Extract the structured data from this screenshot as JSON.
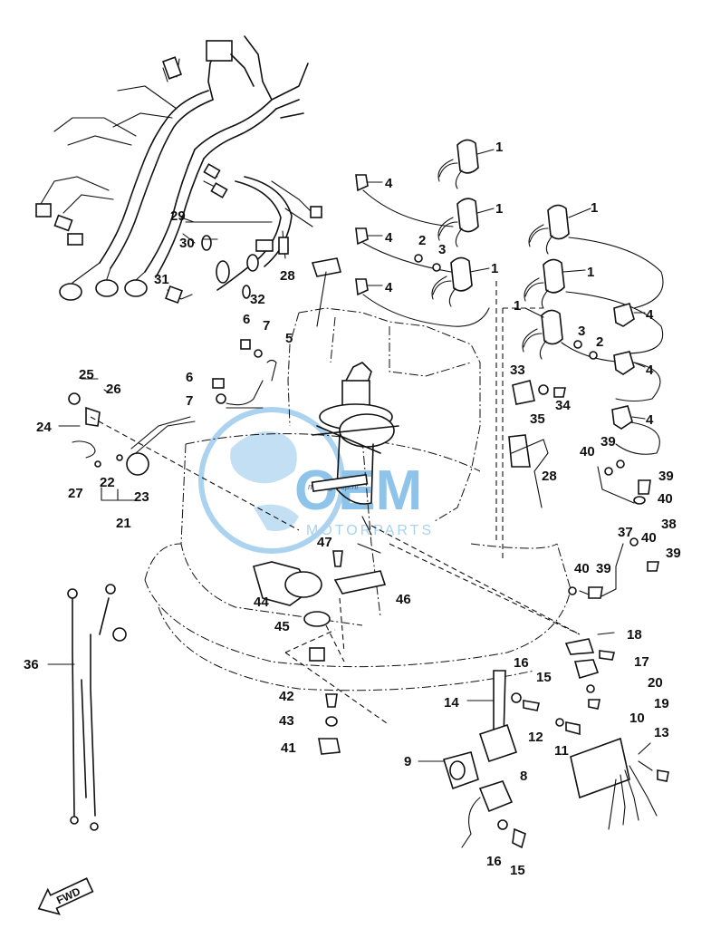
{
  "watermark": {
    "brand": "OEM",
    "subtitle": "MOTORPARTS",
    "site": "motorgroup.nl",
    "color": "#8fc4ea"
  },
  "direction_marker": {
    "label": "FWD"
  },
  "callouts": [
    {
      "id": "c1a",
      "text": "1"
    },
    {
      "id": "c1b",
      "text": "1"
    },
    {
      "id": "c1c",
      "text": "1"
    },
    {
      "id": "c1d",
      "text": "1"
    },
    {
      "id": "c1e",
      "text": "1"
    },
    {
      "id": "c1f",
      "text": "1"
    },
    {
      "id": "c2a",
      "text": "2"
    },
    {
      "id": "c2b",
      "text": "2"
    },
    {
      "id": "c3a",
      "text": "3"
    },
    {
      "id": "c3b",
      "text": "3"
    },
    {
      "id": "c4a",
      "text": "4"
    },
    {
      "id": "c4b",
      "text": "4"
    },
    {
      "id": "c4c",
      "text": "4"
    },
    {
      "id": "c4d",
      "text": "4"
    },
    {
      "id": "c4e",
      "text": "4"
    },
    {
      "id": "c4f",
      "text": "4"
    },
    {
      "id": "c5",
      "text": "5"
    },
    {
      "id": "c6a",
      "text": "6"
    },
    {
      "id": "c6b",
      "text": "6"
    },
    {
      "id": "c7a",
      "text": "7"
    },
    {
      "id": "c7b",
      "text": "7"
    },
    {
      "id": "c8",
      "text": "8"
    },
    {
      "id": "c9",
      "text": "9"
    },
    {
      "id": "c10",
      "text": "10"
    },
    {
      "id": "c11",
      "text": "11"
    },
    {
      "id": "c12",
      "text": "12"
    },
    {
      "id": "c13",
      "text": "13"
    },
    {
      "id": "c14",
      "text": "14"
    },
    {
      "id": "c15a",
      "text": "15"
    },
    {
      "id": "c15b",
      "text": "15"
    },
    {
      "id": "c16a",
      "text": "16"
    },
    {
      "id": "c16b",
      "text": "16"
    },
    {
      "id": "c17",
      "text": "17"
    },
    {
      "id": "c18",
      "text": "18"
    },
    {
      "id": "c19",
      "text": "19"
    },
    {
      "id": "c20",
      "text": "20"
    },
    {
      "id": "c21",
      "text": "21"
    },
    {
      "id": "c22",
      "text": "22"
    },
    {
      "id": "c23",
      "text": "23"
    },
    {
      "id": "c24",
      "text": "24"
    },
    {
      "id": "c25",
      "text": "25"
    },
    {
      "id": "c26",
      "text": "26"
    },
    {
      "id": "c27",
      "text": "27"
    },
    {
      "id": "c28a",
      "text": "28"
    },
    {
      "id": "c28b",
      "text": "28"
    },
    {
      "id": "c29",
      "text": "29"
    },
    {
      "id": "c30",
      "text": "30"
    },
    {
      "id": "c31",
      "text": "31"
    },
    {
      "id": "c32",
      "text": "32"
    },
    {
      "id": "c33",
      "text": "33"
    },
    {
      "id": "c34",
      "text": "34"
    },
    {
      "id": "c35",
      "text": "35"
    },
    {
      "id": "c36",
      "text": "36"
    },
    {
      "id": "c37",
      "text": "37"
    },
    {
      "id": "c38",
      "text": "38"
    },
    {
      "id": "c39a",
      "text": "39"
    },
    {
      "id": "c39b",
      "text": "39"
    },
    {
      "id": "c39c",
      "text": "39"
    },
    {
      "id": "c39d",
      "text": "39"
    },
    {
      "id": "c40a",
      "text": "40"
    },
    {
      "id": "c40b",
      "text": "40"
    },
    {
      "id": "c40c",
      "text": "40"
    },
    {
      "id": "c40d",
      "text": "40"
    },
    {
      "id": "c41",
      "text": "41"
    },
    {
      "id": "c42",
      "text": "42"
    },
    {
      "id": "c43",
      "text": "43"
    },
    {
      "id": "c44",
      "text": "44"
    },
    {
      "id": "c45",
      "text": "45"
    },
    {
      "id": "c46",
      "text": "46"
    },
    {
      "id": "c47",
      "text": "47"
    }
  ]
}
